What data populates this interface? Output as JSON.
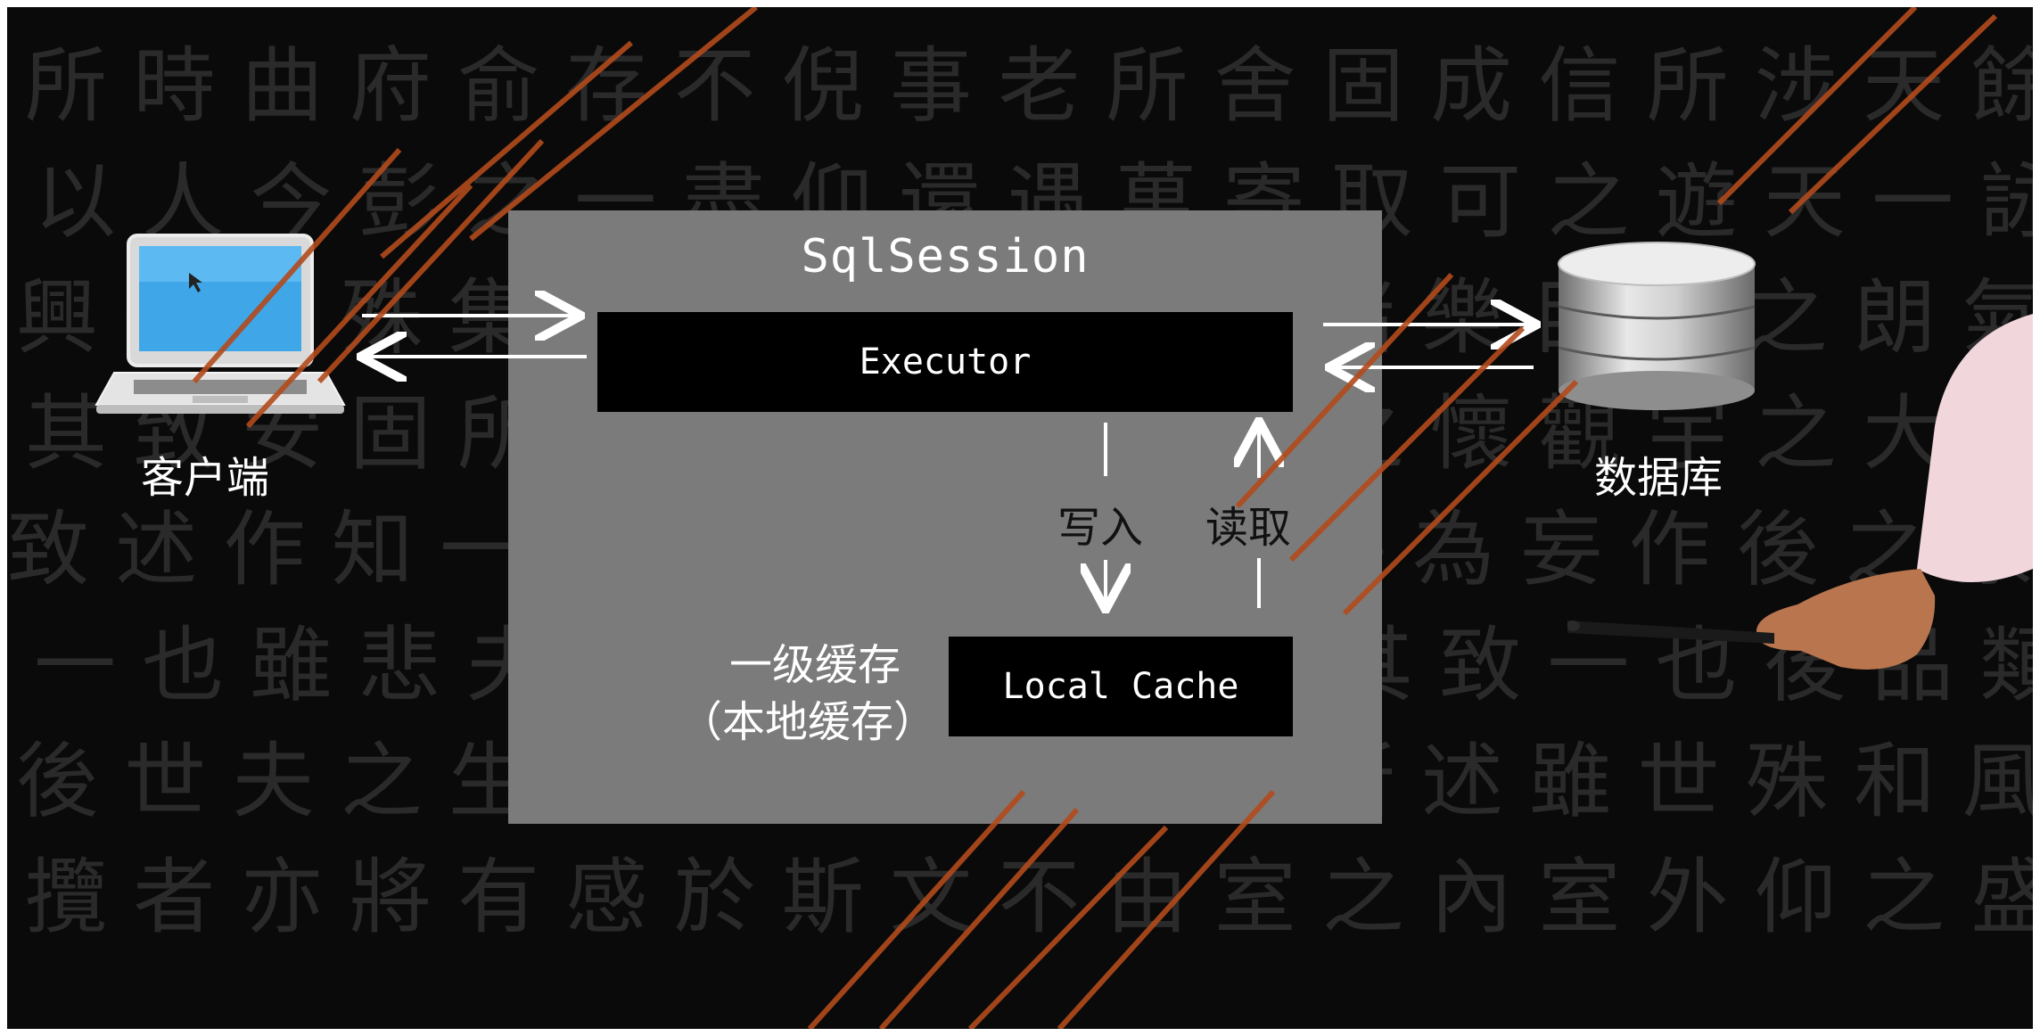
{
  "diagram": {
    "session_title": "SqlSession",
    "executor_label": "Executor",
    "cache_label": "Local Cache",
    "client_label": "客户端",
    "database_label": "数据库",
    "write_label": "写入",
    "read_label": "读取",
    "cache_desc_line1": "一级缓存",
    "cache_desc_line2": "（本地缓存）"
  },
  "colors": {
    "background": "#0a0a0a",
    "session_box": "#7b7b7b",
    "inner_box": "#000000",
    "watermark": "#b24a1c"
  },
  "icons": [
    "laptop-icon",
    "database-icon"
  ]
}
